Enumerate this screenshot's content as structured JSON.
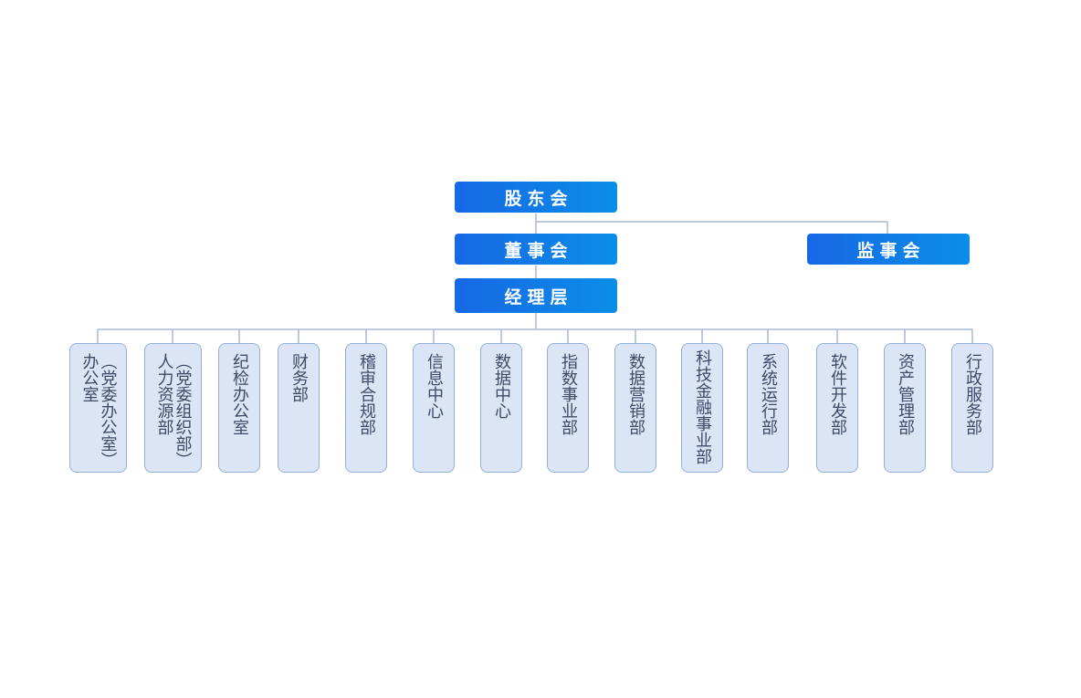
{
  "nodes": {
    "shareholders": "股东会",
    "board": "董事会",
    "supervisors": "监事会",
    "management": "经理层"
  },
  "departments": [
    "（党委办公室）办公室",
    "（党委组织部）人力资源部",
    "纪检办公室",
    "财务部",
    "稽审合规部",
    "信息中心",
    "数据中心",
    "指数事业部",
    "数据营销部",
    "科技金融事业部",
    "系统运行部",
    "软件开发部",
    "资产管理部",
    "行政服务部"
  ],
  "colors": {
    "box_gradient_start": "#1768e6",
    "box_gradient_end": "#0a8ee8",
    "dept_fill": "#dbe5f5",
    "dept_border": "#93b0da",
    "line": "#a9b9d3"
  }
}
